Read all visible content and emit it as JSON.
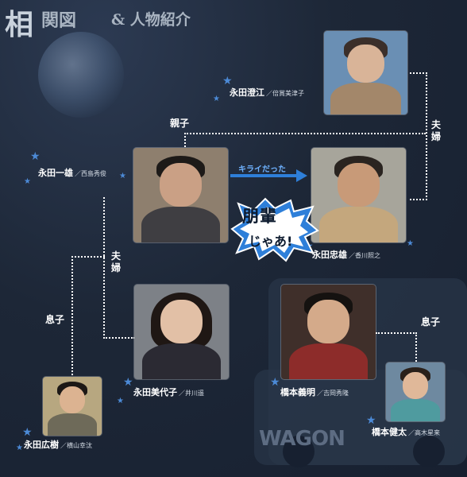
{
  "title": {
    "big": "相",
    "mid": "関図",
    "sub": "& 人物紹介"
  },
  "people": {
    "sumie": {
      "name": "永田澄江",
      "actor": "倍賞美津子"
    },
    "kazuo": {
      "name": "永田一雄",
      "actor": "西島秀俊"
    },
    "tadao": {
      "name": "永田忠雄",
      "actor": "香川照之"
    },
    "miyoko": {
      "name": "永田美代子",
      "actor": "井川遥"
    },
    "hiroki": {
      "name": "永田広樹",
      "actor": "横山幸汰"
    },
    "yoshiaki": {
      "name": "橋本義明",
      "actor": "吉岡秀隆"
    },
    "kenta": {
      "name": "橋本健太",
      "actor": "高木星来"
    }
  },
  "relations": {
    "oyako": "親子",
    "fuufu_right": [
      "夫",
      "婦"
    ],
    "fuufu_left": [
      "夫",
      "婦"
    ],
    "musuko_left": "息子",
    "musuko_right": "息子",
    "kirai": "キライだった",
    "burst_line1": "朋輩",
    "burst_line2": "じゃあ!"
  },
  "wagon": "WAGON",
  "colors": {
    "background": "#1b2535",
    "star": "#4c8ad6",
    "arrow": "#2e7fd9",
    "line": "#ffffff"
  }
}
